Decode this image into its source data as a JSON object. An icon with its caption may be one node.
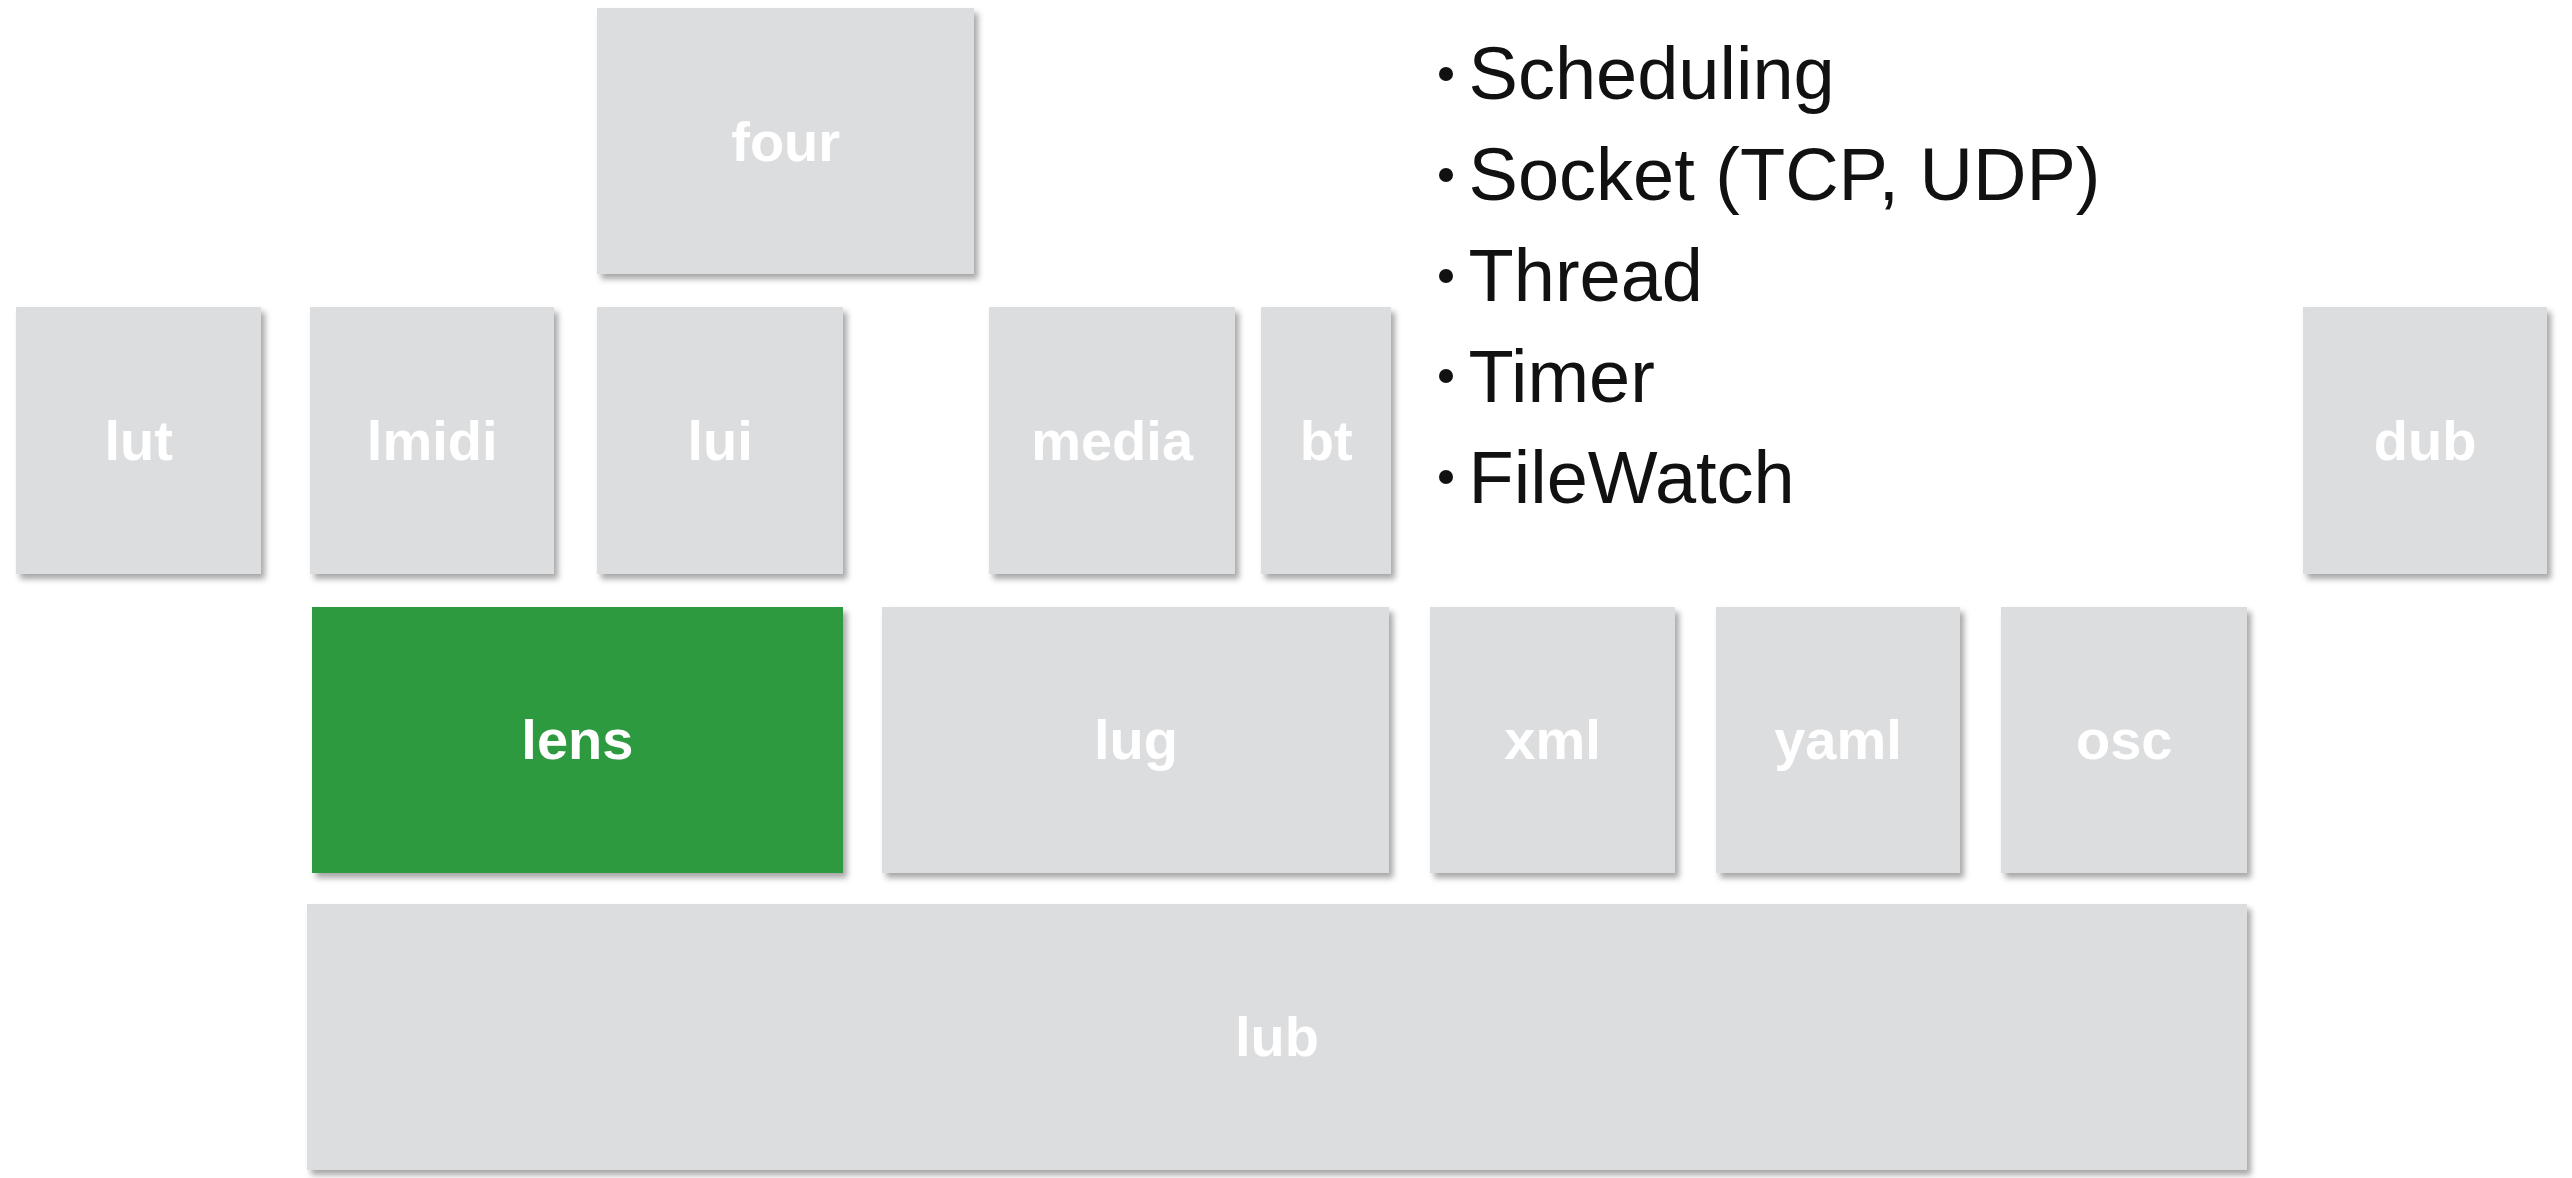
{
  "diagram": {
    "nodes": [
      {
        "text": [
          "four"
        ]
      },
      {
        "text": [
          "lut"
        ]
      },
      {
        "text": [
          "lmidi"
        ]
      },
      {
        "text": [
          "lui"
        ]
      },
      {
        "text": [
          "media"
        ]
      },
      {
        "text": [
          "bt"
        ]
      },
      {
        "text": [
          "dub"
        ]
      },
      {
        "text": [
          "lens"
        ]
      },
      {
        "text": [
          "lug"
        ]
      },
      {
        "text": [
          "xml"
        ]
      },
      {
        "text": [
          "yaml"
        ]
      },
      {
        "text": [
          "osc"
        ]
      },
      {
        "text": [
          "lub"
        ]
      }
    ],
    "labels": [
      "Scheduling",
      "Socket (TCP, UDP)",
      "Thread",
      "Timer",
      "FileWatch"
    ]
  }
}
